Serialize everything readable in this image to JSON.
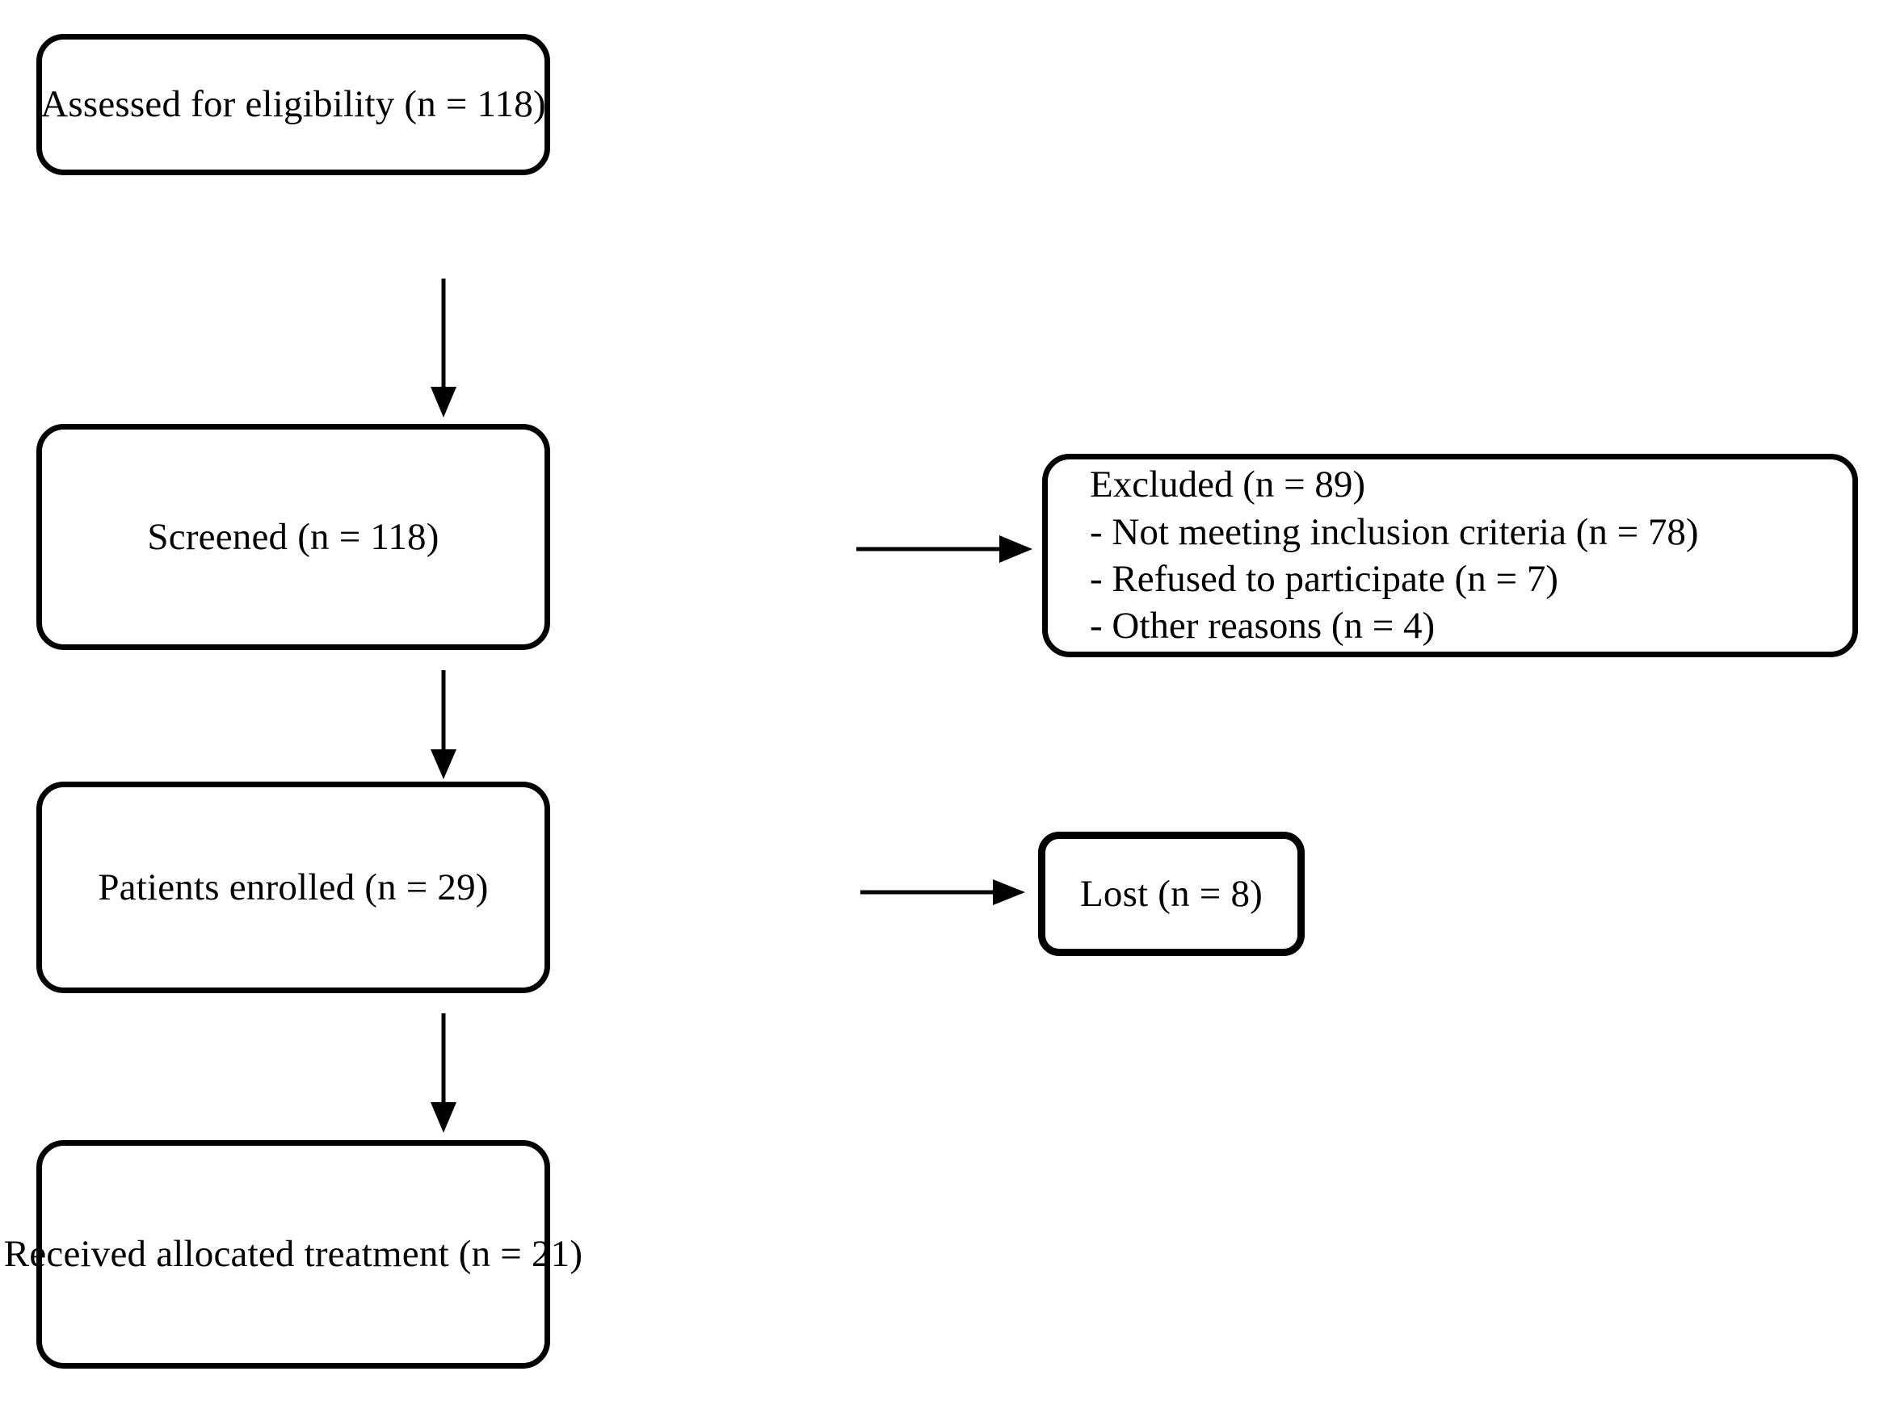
{
  "diagram": {
    "type": "consort-flow-diagram",
    "orientation": "vertical",
    "nodes": [
      {
        "id": "assessed",
        "name": "assessed-for-eligibility-box",
        "label": "Assessed for eligibility (n = 118)",
        "n": 118
      },
      {
        "id": "screened",
        "name": "screened-box",
        "label": "Screened (n = 118)",
        "n": 118
      },
      {
        "id": "excluded",
        "name": "excluded-box",
        "lines": [
          "Excluded (n = 89)",
          "- Not meeting inclusion criteria (n = 78)",
          "- Refused to participate (n = 7)",
          "- Other reasons (n = 4)"
        ],
        "n": 89
      },
      {
        "id": "enrolled",
        "name": "patients-enrolled-box",
        "label": "Patients enrolled (n = 29)",
        "n": 29
      },
      {
        "id": "lost",
        "name": "lost-box",
        "label": "Lost (n = 8)",
        "n": 8
      },
      {
        "id": "allocated",
        "name": "received-allocated-treatment-box",
        "label": "Received allocated treatment (n = 21)",
        "n": 21
      }
    ],
    "edges": [
      {
        "from": "assessed",
        "to": "screened",
        "direction": "down"
      },
      {
        "from": "screened",
        "to": "excluded",
        "direction": "right"
      },
      {
        "from": "screened",
        "to": "enrolled",
        "direction": "down"
      },
      {
        "from": "enrolled",
        "to": "lost",
        "direction": "right"
      },
      {
        "from": "enrolled",
        "to": "allocated",
        "direction": "down"
      }
    ],
    "colors": {
      "stroke": "#000000",
      "fill": "#ffffff",
      "text": "#000000",
      "background": "#ffffff"
    }
  },
  "excluded_lines": {
    "l0": "Excluded (n = 89)",
    "l1": "- Not meeting inclusion criteria (n = 78)",
    "l2": "- Refused to participate (n = 7)",
    "l3": "- Other reasons (n = 4)"
  },
  "labels": {
    "assessed": "Assessed for eligibility (n = 118)",
    "screened": "Screened (n = 118)",
    "enrolled": "Patients enrolled (n = 29)",
    "lost": "Lost (n = 8)",
    "allocated": "Received allocated treatment (n = 21)"
  }
}
